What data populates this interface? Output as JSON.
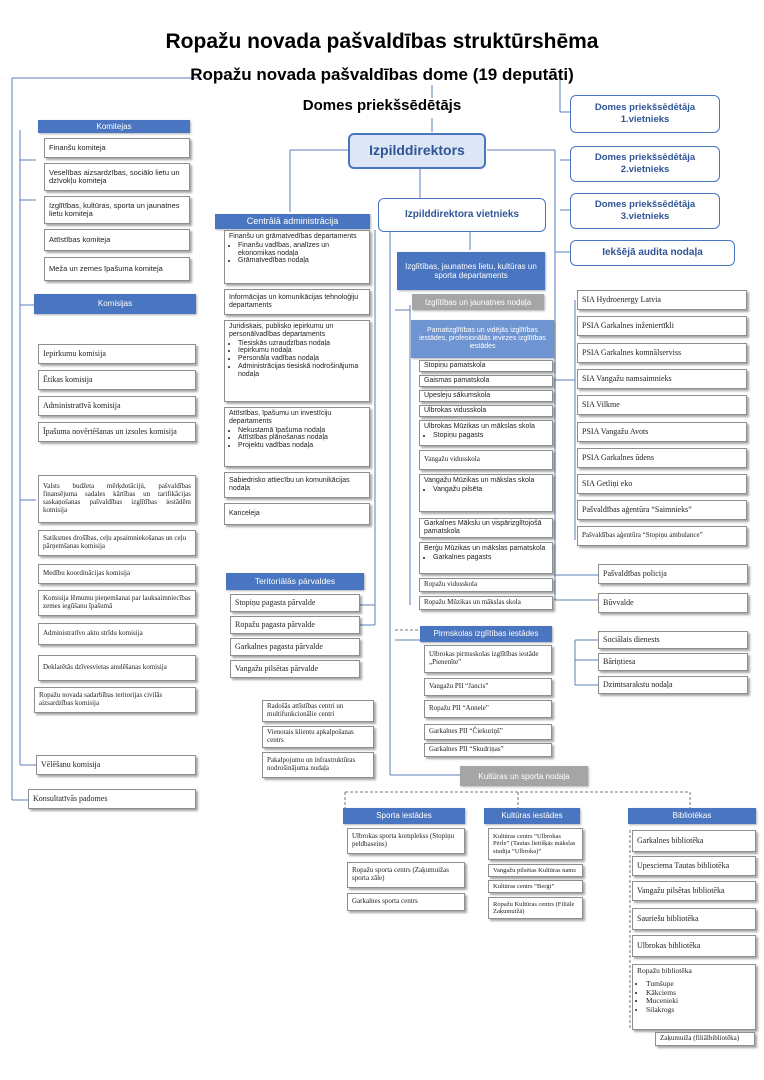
{
  "titles": {
    "main": "Ropažu novada pašvaldības struktūrshēma",
    "council": "Ropažu novada pašvaldības dome (19 deputāti)",
    "chair": "Domes priekšsēdētājs"
  },
  "vice": [
    "Domes priekšsēdētāja 1.vietnieks",
    "Domes priekšsēdētāja 2.vietnieks",
    "Domes priekšsēdētāja 3.vietnieks"
  ],
  "audit": "Iekšējā audita nodaļa",
  "exec": {
    "director": "Izpilddirektors",
    "deputy": "Izpilddirektora vietnieks"
  },
  "committees": {
    "header": "Komitejas",
    "items": [
      "Finanšu komiteja",
      "Veselības aizsardzības, sociālo lietu un dzīvokļu komiteja",
      "Izglītības, kultūras, sporta un jaunatnes lietu komiteja",
      "Attīstības komiteja",
      "Meža un zemes īpašuma komiteja"
    ]
  },
  "commissions": {
    "header": "Komisijas",
    "items": [
      "Iepirkumu komisija",
      "Ētikas komisija",
      "Administratīvā komisija",
      "Īpašuma novērtēšanas un izsoles komisija",
      "Valsts budžeta mērķdotācijú, pašvaldības finansējuma sadales kārtības un tarifikācijas saskaņošanas pašvaldības izglītības iestādēm komisija",
      "Satiksmes drošības, ceļu apsaimniekošanas un ceļu pārņemšanas komisija",
      "Medību koordinācijas komisija",
      "Komisija lēmumu pieņemšanai par lauksaimniecības zemes iegūšanu īpašumā",
      "Administratīvo aktu strīdu komisija",
      "Deklarētās dzīvesvietas anulēšanas komisija",
      "Ropažu novada sadarbības teritorijas civilās aizsardzības komisija"
    ],
    "elections": "Vēlēšanu komisija",
    "advisory": "Konsultatīvās padomes"
  },
  "central": {
    "header": "Centrālā administrācija",
    "finance": {
      "title": "Finanšu un grāmatvedības departaments",
      "items": [
        "Finanšu vadības, analīzes un ekonomikas nodaļa",
        "Grāmatvedības nodaļa"
      ]
    },
    "it": "Informācijas un komunikācijas tehnoloģiju departaments",
    "legal": {
      "title": "Juridiskais, publisko iepirkumu un personālvadības departaments",
      "items": [
        "Tiesiskās uzraudzības nodaļa",
        "Iepirkumu nodaļa",
        "Personāla vadības nodaļa",
        "Administrācijas tiesiskā nodrošinājuma nodaļa"
      ]
    },
    "dev": {
      "title": "Attīstības, īpašumu un investīciju departaments",
      "items": [
        "Nekustamā īpašuma nodaļa",
        "Attīstības plānošanas nodaļa",
        "Projektu vadības nodaļa"
      ]
    },
    "pr": "Sabiedrisko attiecību un komunikācijas nodaļa",
    "office": "Kanceleja"
  },
  "territorial": {
    "header": "Teritoriālās pārvaldes",
    "items": [
      "Stopiņu pagasta pārvalde",
      "Ropažu pagasta pārvalde",
      "Garkalnes pagasta pārvalde",
      "Vangažu pilsētas pārvalde"
    ]
  },
  "centers": [
    "Radošās attīstības centri un multifunkcionālie centri",
    "Vienotais klientu apkalpošanas centrs",
    "Pakalpojumu un infrastruktūras nodrošinājuma nodaļa"
  ],
  "education": {
    "dept": "Izglītības, jaunatnes lietu, kultūras un sporta departaments",
    "youth": "Izglītības un jaunatnes nodaļa",
    "schools_header": "Pamatizglītības un vidējās izglītības iestādes, profesionālās ievirzes izglītības iestādes",
    "schools": [
      "Stopiņu pamatskola",
      "Gaismas pamatskola",
      "Upesleju sākumskola",
      "Ulbrokas vidusskola"
    ],
    "music": {
      "title": "Ulbrokas Mūzikas un mākslas skola",
      "sub": "Stopiņu pagasts"
    },
    "vangazu": "Vangažu vidusskola",
    "vmusic": {
      "title": "Vangažu Mūzikas un mākslas skola",
      "sub": "Vangažu pilsēta"
    },
    "garkalne": "Garkalnes Mākslu un vispārizglītojošā pamatskola",
    "bergu": {
      "title": "Berģu Mūzikas un mākslas pamatskola",
      "sub": "Garkalnes pagasts"
    },
    "ropazu": [
      "Ropažu vidusskola",
      "Ropažu Mūzikas un mākslas skola"
    ],
    "preschool_header": "Pirmskolas izglītības iestādes",
    "preschools": [
      "Ulbrokas pirmsskolas izglītības iestāde „Pienenīte”",
      "Vangažu PII “Jancis”",
      "Ropažu PII “Annele”",
      "Garkalnes PII “Čiekuriņš”",
      "Garkalnes PII “Skudriņas”"
    ]
  },
  "companies": [
    "SIA Hydroenergy Latvia",
    "PSIA Garkalnes inženiertīkli",
    "PSIA Garkalnes komnālserviss",
    "SIA Vangažu namsaimnieks",
    "SIA Vilkme",
    "PSIA Vangažu Avots",
    "PSIA Garkalnes ūdens",
    "SIA Getliņi eko",
    "Pašvaldības aģentūra “Saimnieks”",
    "Pašvaldības aģentūra “Stopiņu ambulance”"
  ],
  "services": [
    "Pašvaldības policija",
    "Būvvalde",
    "Sociālais dienests",
    "Bāriņtiesa",
    "Dzimtsarakstu nodaļa"
  ],
  "culture": {
    "header": "Kultūras un sporta nodaļa",
    "sport_header": "Sporta iestādes",
    "sport": [
      "Ulbrokas sporta komplekss (Stopiņu peldbaseins)",
      "Ropažu sporta centrs (Zaķumuižas sporta zāle)",
      "Garkalnes sporta centrs"
    ],
    "cult_header": "Kultūras iestādes",
    "cult": [
      "Kultūras centrs “Ulbrokas Pērle” (Tautas lietišķās mākslas studija “Ulbroka)”",
      "Vangažu pilsētas Kultūras nams",
      "Kultūras centrs “Berģi”",
      "Ropažu Kultūras centrs (Filiāle Zaķumuižā)"
    ],
    "lib_header": "Bibliotēkas",
    "libs": [
      "Garkalnes bibliotēka",
      "Upesciema Tautas bibliotēka",
      "Vangažu pilsētas bibliotēka",
      "Sauriešu bibliotēka",
      "Ulbrokas bibliotēka"
    ],
    "ropazu_lib": {
      "title": "Ropažu bibliotēka",
      "items": [
        "Tumšupe",
        "Kākciems",
        "Mucenieki",
        "Silakrogs"
      ]
    },
    "filial": "Zaķumuiža (filiālbibliotēka)"
  }
}
